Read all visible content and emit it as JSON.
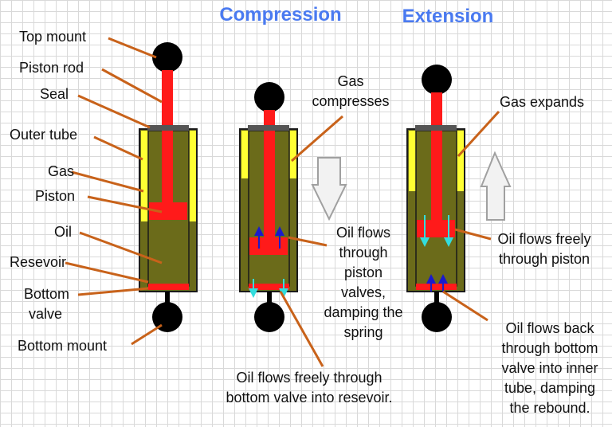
{
  "titles": {
    "compression": "Compression",
    "extension": "Extension"
  },
  "colors": {
    "title": "#4a7af0",
    "leader": "#c8621a",
    "tube_outline": "#1b1b1b",
    "oil": "#6b6b1a",
    "gas": "#ffff33",
    "piston": "#ff1a1a",
    "mount": "#000000",
    "seal": "#555555",
    "flow_blue": "#1a1acc",
    "flow_cyan": "#33dddd",
    "big_arrow_fill": "#f2f2f2",
    "big_arrow_stroke": "#a0a0a0"
  },
  "labels": {
    "top_mount": "Top mount",
    "piston_rod": "Piston rod",
    "seal": "Seal",
    "outer_tube": "Outer tube",
    "gas": "Gas",
    "piston": "Piston",
    "oil": "Oil",
    "resevoir": "Resevoir",
    "bottom_valve": [
      "Bottom",
      "valve"
    ],
    "bottom_mount": "Bottom mount"
  },
  "compression_notes": {
    "gas_compresses": [
      "Gas",
      "compresses"
    ],
    "oil_piston": [
      "Oil flows",
      "through",
      "piston",
      "valves,",
      "damping the",
      "spring"
    ],
    "oil_bottom": [
      "Oil flows freely through",
      "bottom valve into resevoir."
    ]
  },
  "extension_notes": {
    "gas_expands": "Gas expands",
    "oil_piston": [
      "Oil flows freely",
      "through piston"
    ],
    "oil_back": [
      "Oil flows back",
      "through bottom",
      "valve into inner",
      "tube, damping",
      "the rebound."
    ]
  }
}
